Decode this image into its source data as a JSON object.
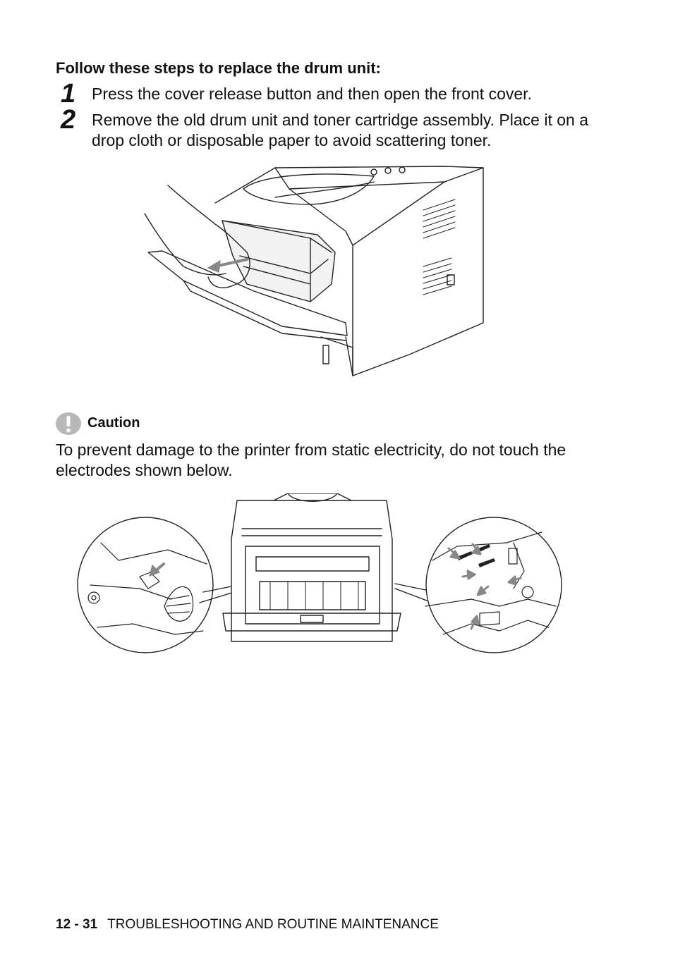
{
  "heading": "Follow these steps to replace the drum unit:",
  "steps": [
    {
      "number": "1",
      "text": "Press the cover release button and then open the front cover."
    },
    {
      "number": "2",
      "text": "Remove the old drum unit and toner cartridge assembly. Place it on a drop cloth or disposable paper to avoid scattering toner."
    }
  ],
  "caution": {
    "label": "Caution",
    "text": "To prevent damage to the printer from static electricity, do not touch the electrodes shown below.",
    "icon": "exclamation-icon"
  },
  "footer": {
    "page": "12 - 31",
    "section": "TROUBLESHOOTING AND ROUTINE MAINTENANCE"
  },
  "figures": {
    "drum_removal": "printer-drum-removal-illustration",
    "electrodes": "printer-electrodes-illustration"
  }
}
